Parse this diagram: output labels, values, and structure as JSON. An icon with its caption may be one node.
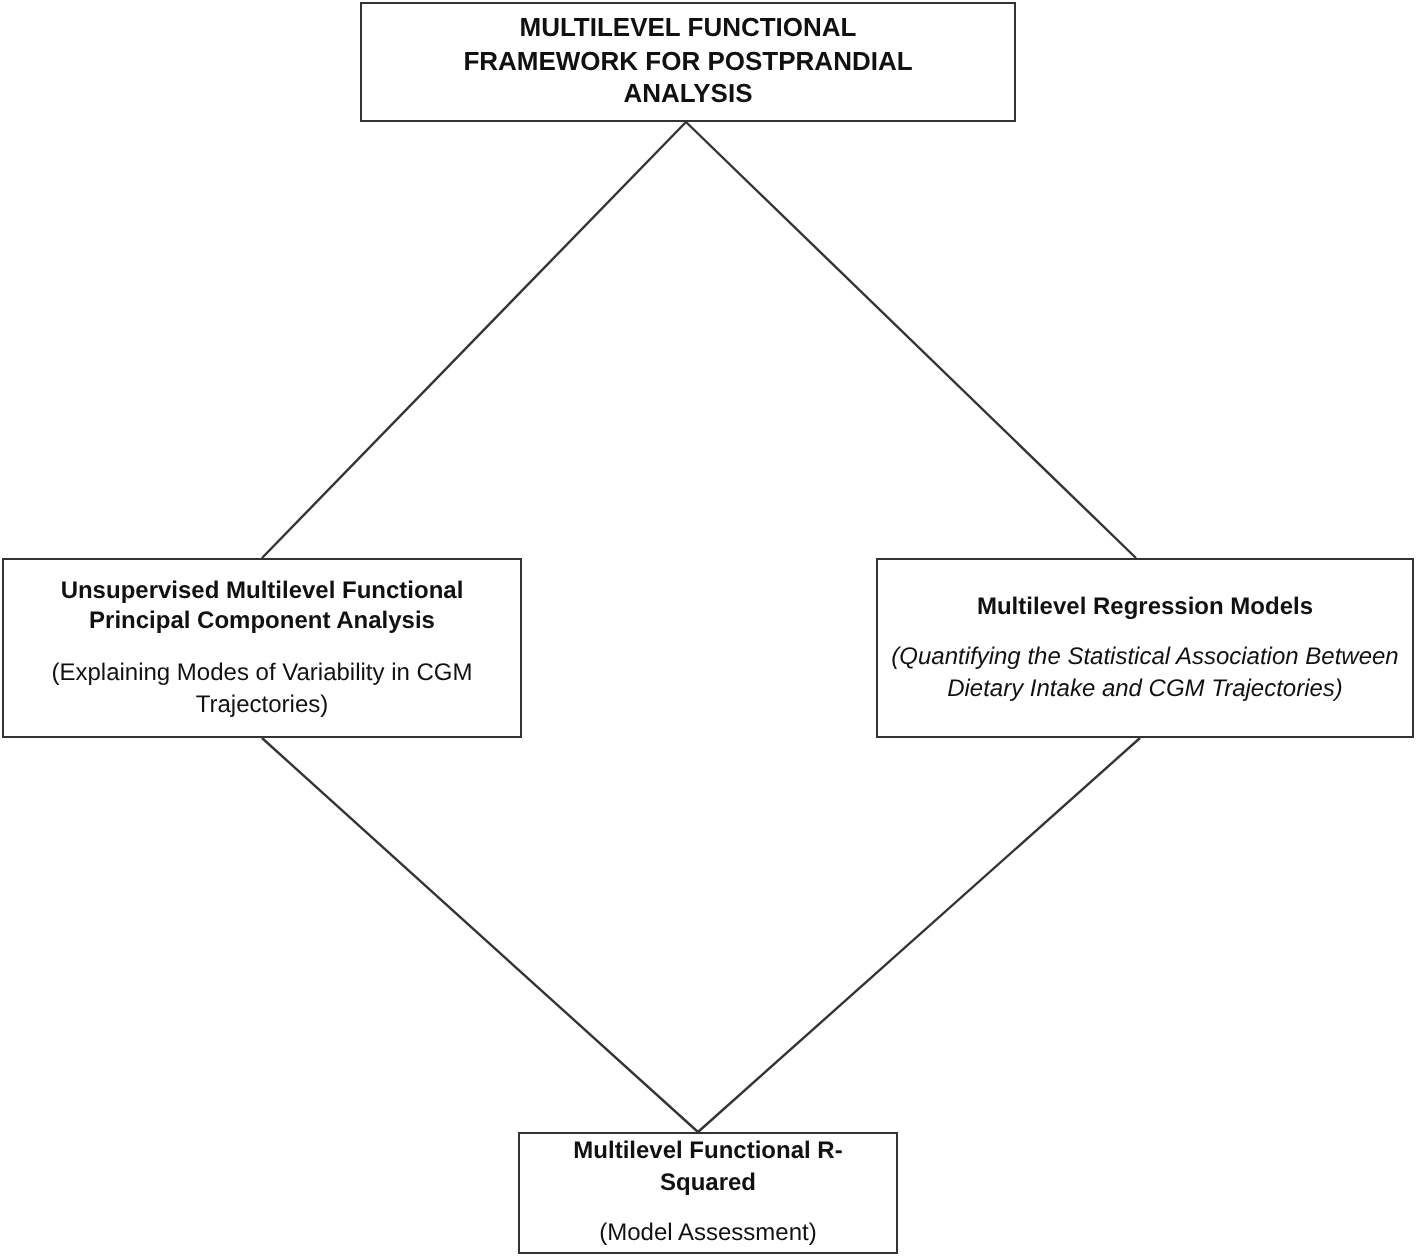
{
  "diagram": {
    "nodes": [
      {
        "text": [
          "MULTILEVEL FUNCTIONAL FRAMEWORK FOR POSTPRANDIAL ANALYSIS"
        ]
      },
      {
        "text": [
          "Unsupervised Multilevel Functional Principal Component Analysis",
          "(Explaining Modes of Variability in CGM Trajectories)"
        ]
      },
      {
        "text": [
          "Multilevel Regression Models",
          "(Quantifying the Statistical Association Between Dietary Intake and CGM Trajectories)"
        ]
      },
      {
        "text": [
          "Multilevel Functional R-Squared",
          "(Model Assessment)"
        ]
      }
    ],
    "edges": [
      {
        "from": 0,
        "to": 1,
        "arrow": "none"
      },
      {
        "from": 0,
        "to": 2,
        "arrow": "none"
      },
      {
        "from": 1,
        "to": 3,
        "arrow": "none"
      },
      {
        "from": 2,
        "to": 3,
        "arrow": "none"
      }
    ]
  }
}
